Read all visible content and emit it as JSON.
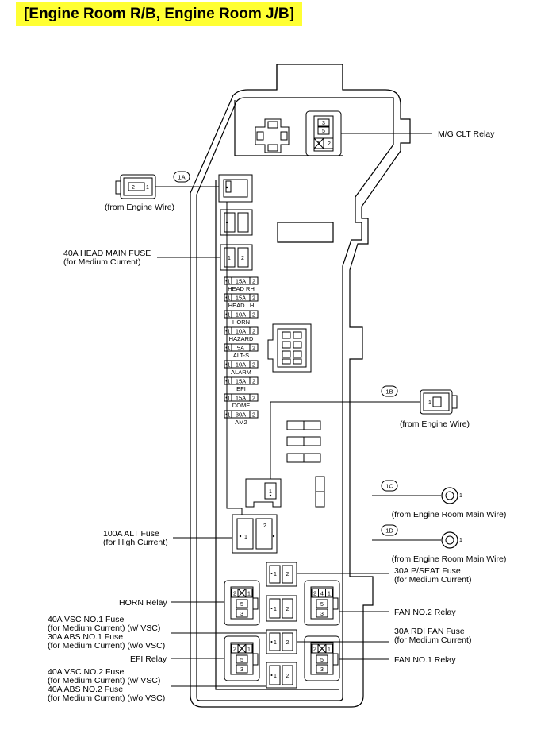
{
  "title": "[Engine Room R/B, Engine Room J/B]",
  "colors": {
    "title_bg": "#ffff33",
    "line": "#000000",
    "background": "#ffffff"
  },
  "connectors": {
    "c1a": {
      "tag": "1A",
      "note": "(from Engine Wire)"
    },
    "c1b": {
      "tag": "1B",
      "note": "(from Engine Wire)"
    },
    "c1c": {
      "tag": "1C",
      "note": "(from Engine Room Main Wire)"
    },
    "c1d": {
      "tag": "1D",
      "note": "(from Engine Room Main Wire)"
    }
  },
  "labels": {
    "mg_clt_relay": "M/G CLT Relay",
    "head_main_fuse": [
      "40A HEAD MAIN FUSE",
      "(for Medium Current)"
    ],
    "alt_fuse": [
      "100A ALT Fuse",
      "(for High Current)"
    ],
    "horn_relay": "HORN Relay",
    "vsc1_abs1": [
      "40A VSC NO.1 Fuse",
      "(for Medium Current) (w/ VSC)",
      "30A ABS NO.1 Fuse",
      "(for Medium Current) (w/o VSC)"
    ],
    "efi_relay": "EFI Relay",
    "vsc2_abs2": [
      "40A VSC NO.2 Fuse",
      "(for Medium Current) (w/ VSC)",
      "40A ABS NO.2 Fuse",
      "(for Medium Current) (w/o VSC)"
    ],
    "pseat_fuse": [
      "30A P/SEAT Fuse",
      "(for Medium Current)"
    ],
    "fan2_relay": "FAN NO.2 Relay",
    "rdi_fan_fuse": [
      "30A RDI FAN Fuse",
      "(for Medium Current)"
    ],
    "fan1_relay": "FAN NO.1 Relay"
  },
  "small_fuses": [
    {
      "amp": "15A",
      "name": "HEAD RH"
    },
    {
      "amp": "15A",
      "name": "HEAD LH"
    },
    {
      "amp": "10A",
      "name": "HORN"
    },
    {
      "amp": "10A",
      "name": "HAZARD"
    },
    {
      "amp": "5A",
      "name": "ALT-S"
    },
    {
      "amp": "10A",
      "name": "ALARM"
    },
    {
      "amp": "15A",
      "name": "EFI"
    },
    {
      "amp": "15A",
      "name": "DOME"
    },
    {
      "amp": "30A",
      "name": "AM2"
    }
  ],
  "pins": {
    "p1": "1",
    "p2": "2",
    "p3": "3",
    "p4": "4",
    "p5": "5"
  }
}
